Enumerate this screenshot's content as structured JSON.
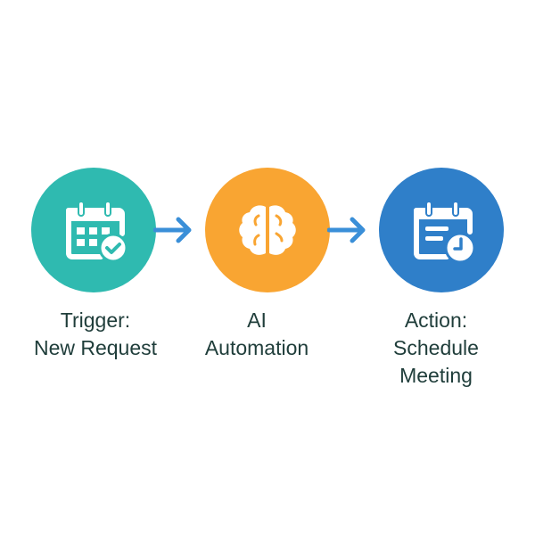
{
  "steps": [
    {
      "title_line1": "Trigger:",
      "title_line2": "New Request",
      "icon": "calendar-check-icon",
      "color": "#2fbab0"
    },
    {
      "title_line1": "AI",
      "title_line2": "Automation",
      "icon": "brain-icon",
      "color": "#f9a532"
    },
    {
      "title_line1": "Action:",
      "title_line2": "Schedule",
      "title_line3": "Meeting",
      "icon": "calendar-clock-icon",
      "color": "#2f7fc9"
    }
  ],
  "arrow_color": "#3a8fd8",
  "text_color": "#1f3d3a"
}
